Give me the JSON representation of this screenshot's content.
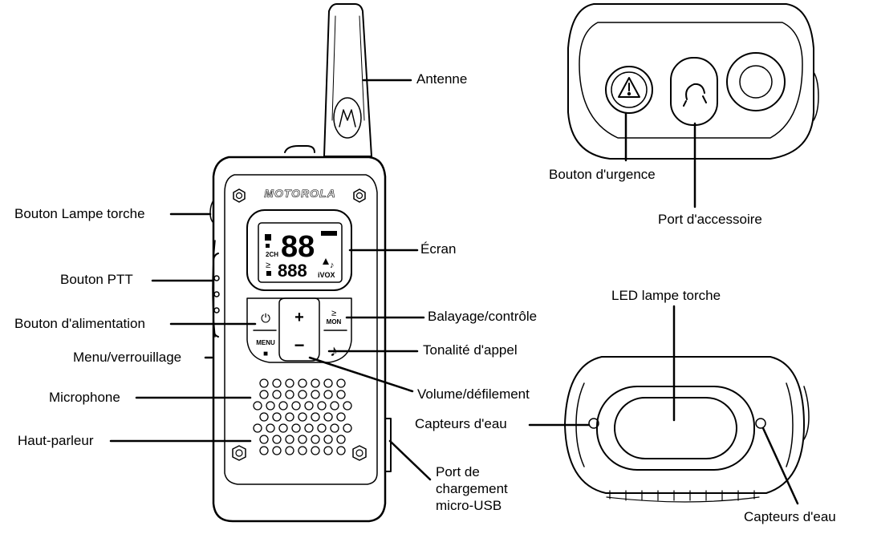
{
  "brand": "MOTOROLA",
  "labels": {
    "antenna": "Antenne",
    "flashlight_button": "Bouton Lampe torche",
    "screen": "Écran",
    "ptt_button": "Bouton PTT",
    "power_button": "Bouton d'alimentation",
    "scan_monitor": "Balayage/contrôle",
    "menu_lock": "Menu/verrouillage",
    "call_tone": "Tonalité d'appel",
    "volume_scroll": "Volume/défilement",
    "microphone": "Microphone",
    "speaker": "Haut-parleur",
    "usb_port": "Port de chargement micro-USB",
    "emergency_button": "Bouton d'urgence",
    "accessory_port": "Port d'accessoire",
    "flashlight_led": "LED lampe torche",
    "water_sensor_left": "Capteurs d'eau",
    "water_sensor_right": "Capteurs d'eau"
  },
  "keypad": {
    "menu": "MENU",
    "mon": "MON",
    "plus": "+",
    "minus": "−",
    "power_symbol": "⏻",
    "note_symbol": "♪",
    "scan_symbol": "≥",
    "lock_symbol": "🔒"
  },
  "lcd": {
    "main_digits": "88",
    "sub_digits": "888",
    "two_ch": "2CH",
    "ivox": "iVOX"
  }
}
